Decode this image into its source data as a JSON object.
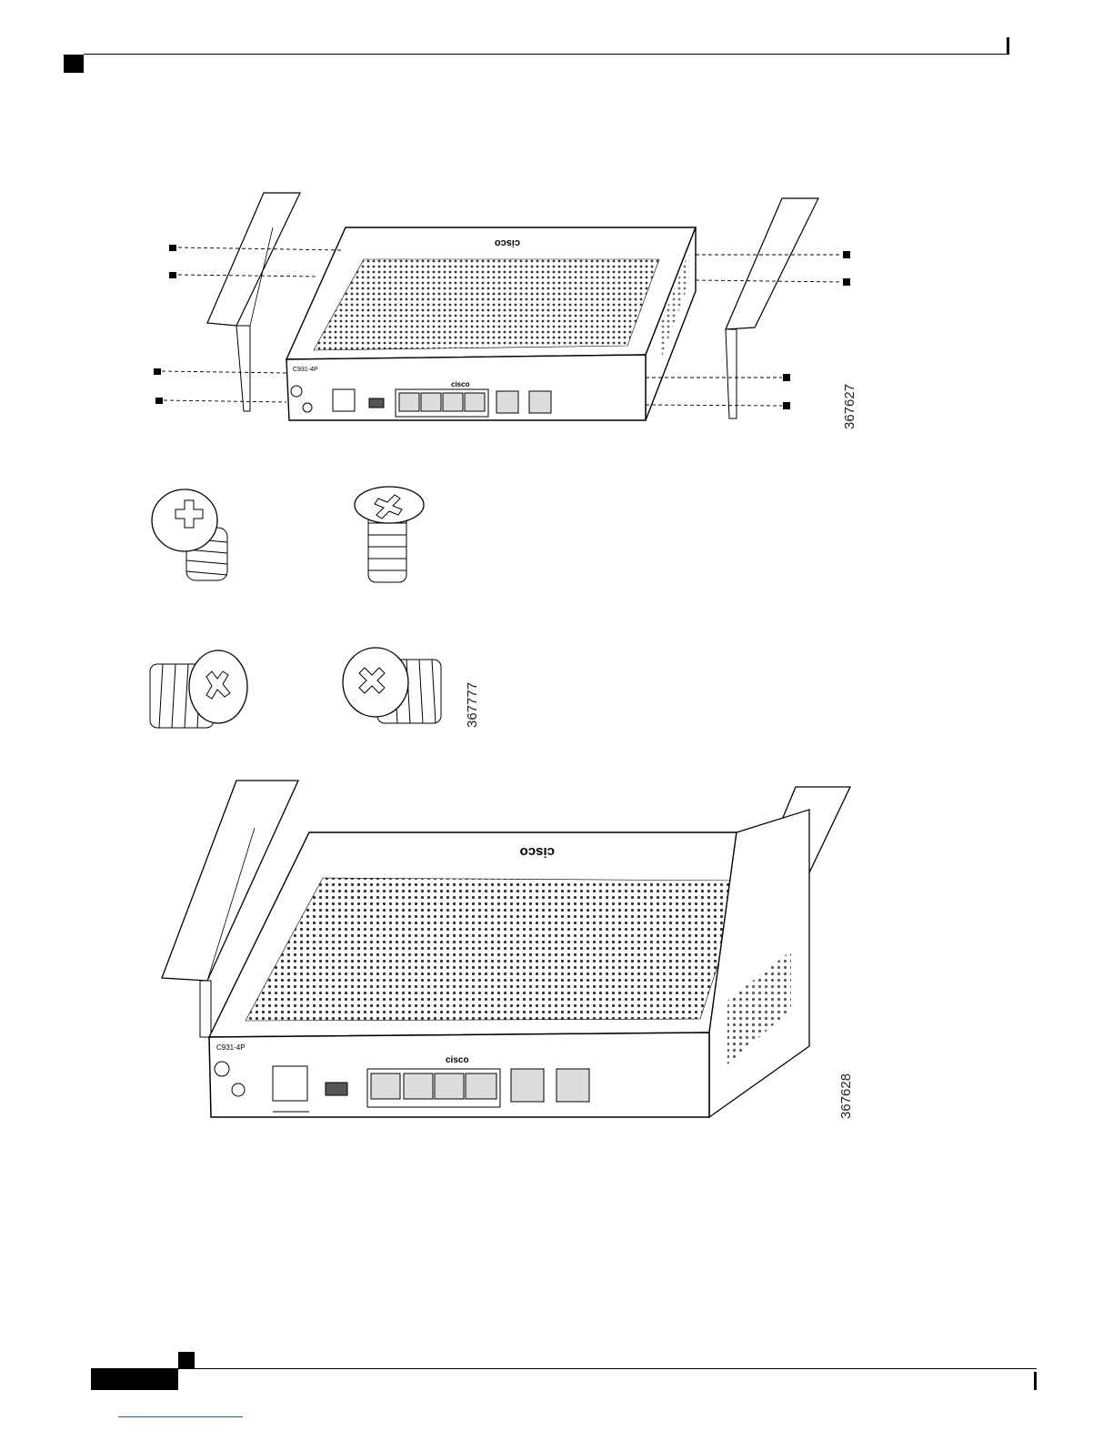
{
  "figures": {
    "exploded_view": {
      "figure_id": "367627"
    },
    "screws": {
      "figure_id": "367777"
    },
    "assembled_view": {
      "figure_id": "367628"
    }
  },
  "device": {
    "model_label": "C931-4P",
    "brand": "cisco"
  }
}
